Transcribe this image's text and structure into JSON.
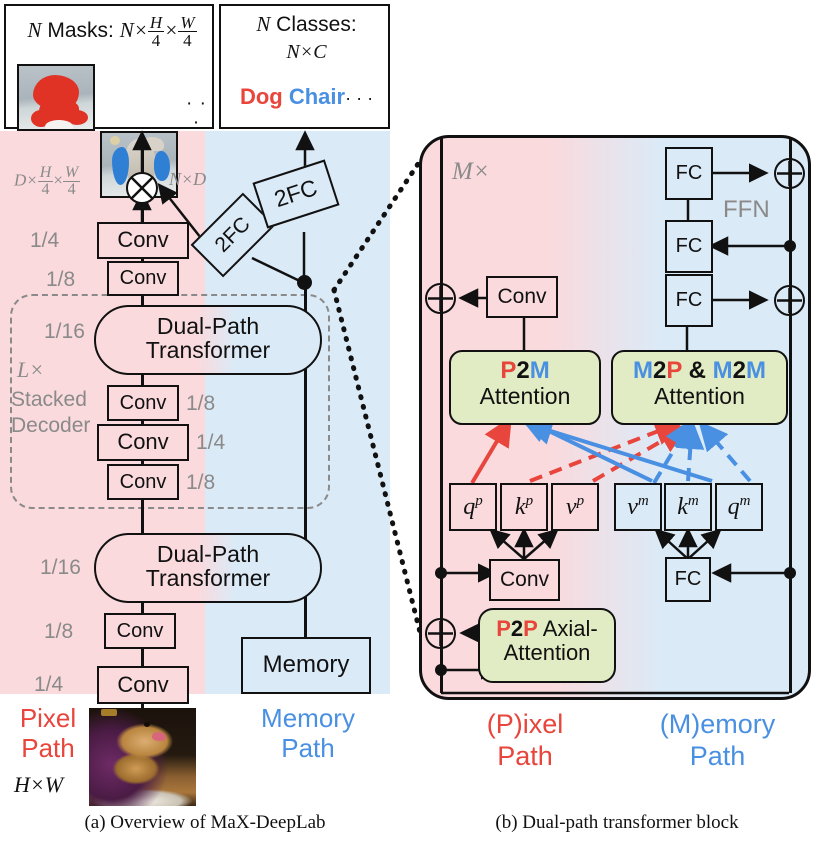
{
  "figure": {
    "panel_a_caption": "(a)  Overview of MaX-DeepLab",
    "panel_b_caption": "(b)  Dual-path transformer block"
  },
  "colors": {
    "pixel_path": "#e8453c",
    "memory_path": "#4a90e2",
    "pink_band": "#fadadd",
    "blue_band": "#dbeaf7",
    "attention_green": "#e2ecc4",
    "annotation_gray": "#8a8a8a"
  },
  "output_boxes": {
    "masks": {
      "title_prefix": "N",
      "title_label": " Masks: ",
      "shape_n": "N×",
      "shape_frac1_num": "H",
      "shape_frac1_den": "4",
      "shape_times": "×",
      "shape_frac2_num": "W",
      "shape_frac2_den": "4",
      "ellipsis": "· · ·"
    },
    "classes": {
      "title_prefix": "N",
      "title_label": " Classes:",
      "shape": "N×C",
      "class1": "Dog",
      "class2": "Chair",
      "ellipsis": "· · ·"
    }
  },
  "panel_a": {
    "pixel_path_label_line1": "Pixel",
    "pixel_path_label_line2": "Path",
    "input_resolution": "H×W",
    "memory_path_label_line1": "Memory",
    "memory_path_label_line2": "Path",
    "memory_block": "Memory",
    "feature_shape_d": "D×",
    "feature_shape_frac1_num": "H",
    "feature_shape_frac1_den": "4",
    "feature_shape_times": "×",
    "feature_shape_frac2_num": "W",
    "feature_shape_frac2_den": "4",
    "memory_shape": "N×D",
    "multiply_icon": "⊗",
    "fc_upper": "2FC",
    "fc_lower": "2FC",
    "decoder_group": {
      "repeat": "L×",
      "line1": "Stacked",
      "line2": "Decoder"
    },
    "transformer_upper": "Dual-Path\nTransformer",
    "transformer_lower": "Dual-Path\nTransformer",
    "transformer_upper_line1": "Dual-Path",
    "transformer_upper_line2": "Transformer",
    "transformer_lower_line1": "Dual-Path",
    "transformer_lower_line2": "Transformer",
    "stages": [
      {
        "name": "conv-1-4-top",
        "label": "Conv",
        "scale": "1/4"
      },
      {
        "name": "conv-1-8-top",
        "label": "Conv",
        "scale": "1/8"
      },
      {
        "name": "transformer-upper-scale",
        "label": "",
        "scale": "1/16"
      },
      {
        "name": "conv-dec-1-8",
        "label": "Conv",
        "scale": "1/8"
      },
      {
        "name": "conv-dec-1-4",
        "label": "Conv",
        "scale": "1/4"
      },
      {
        "name": "conv-dec-1-8b",
        "label": "Conv",
        "scale": "1/8"
      },
      {
        "name": "transformer-lower-scale",
        "label": "",
        "scale": "1/16"
      },
      {
        "name": "conv-enc-1-8",
        "label": "Conv",
        "scale": "1/8"
      },
      {
        "name": "conv-enc-1-4",
        "label": "Conv",
        "scale": "1/4"
      }
    ]
  },
  "panel_b": {
    "repeat": "M×",
    "ffn_label": "FFN",
    "pixel_path_label_line1": "(P)ixel",
    "pixel_path_label_line2": "Path",
    "pixel_path_paren_open": "(",
    "pixel_path_letter": "P",
    "pixel_path_rest": ")ixel",
    "memory_path_paren_open": "(",
    "memory_path_letter": "M",
    "memory_path_rest": ")emory",
    "memory_path_label_line2": "Path",
    "p2m": {
      "t1": "P",
      "t2": "2",
      "t3": "M",
      "line2": "Attention"
    },
    "m2pm": {
      "a1": "M",
      "a2": "2",
      "a3": "P",
      "amp": " & ",
      "b1": "M",
      "b2": "2",
      "b3": "M",
      "line2": "Attention"
    },
    "p2p": {
      "t1": "P",
      "t2": "2",
      "t3": "P",
      "rest": " Axial-",
      "line2": "Attention"
    },
    "conv_top": "Conv",
    "conv_qkv": "Conv",
    "fc_qkv": "FC",
    "fc_residual": "FC",
    "fc_ffn_top": "FC",
    "fc_ffn_bottom": "FC",
    "qkv_pixel": [
      "q",
      "k",
      "v"
    ],
    "qkv_pixel_sup": "p",
    "qkv_memory": [
      "v",
      "k",
      "q"
    ],
    "qkv_memory_sup": "m",
    "plus_icon": "⊕"
  }
}
